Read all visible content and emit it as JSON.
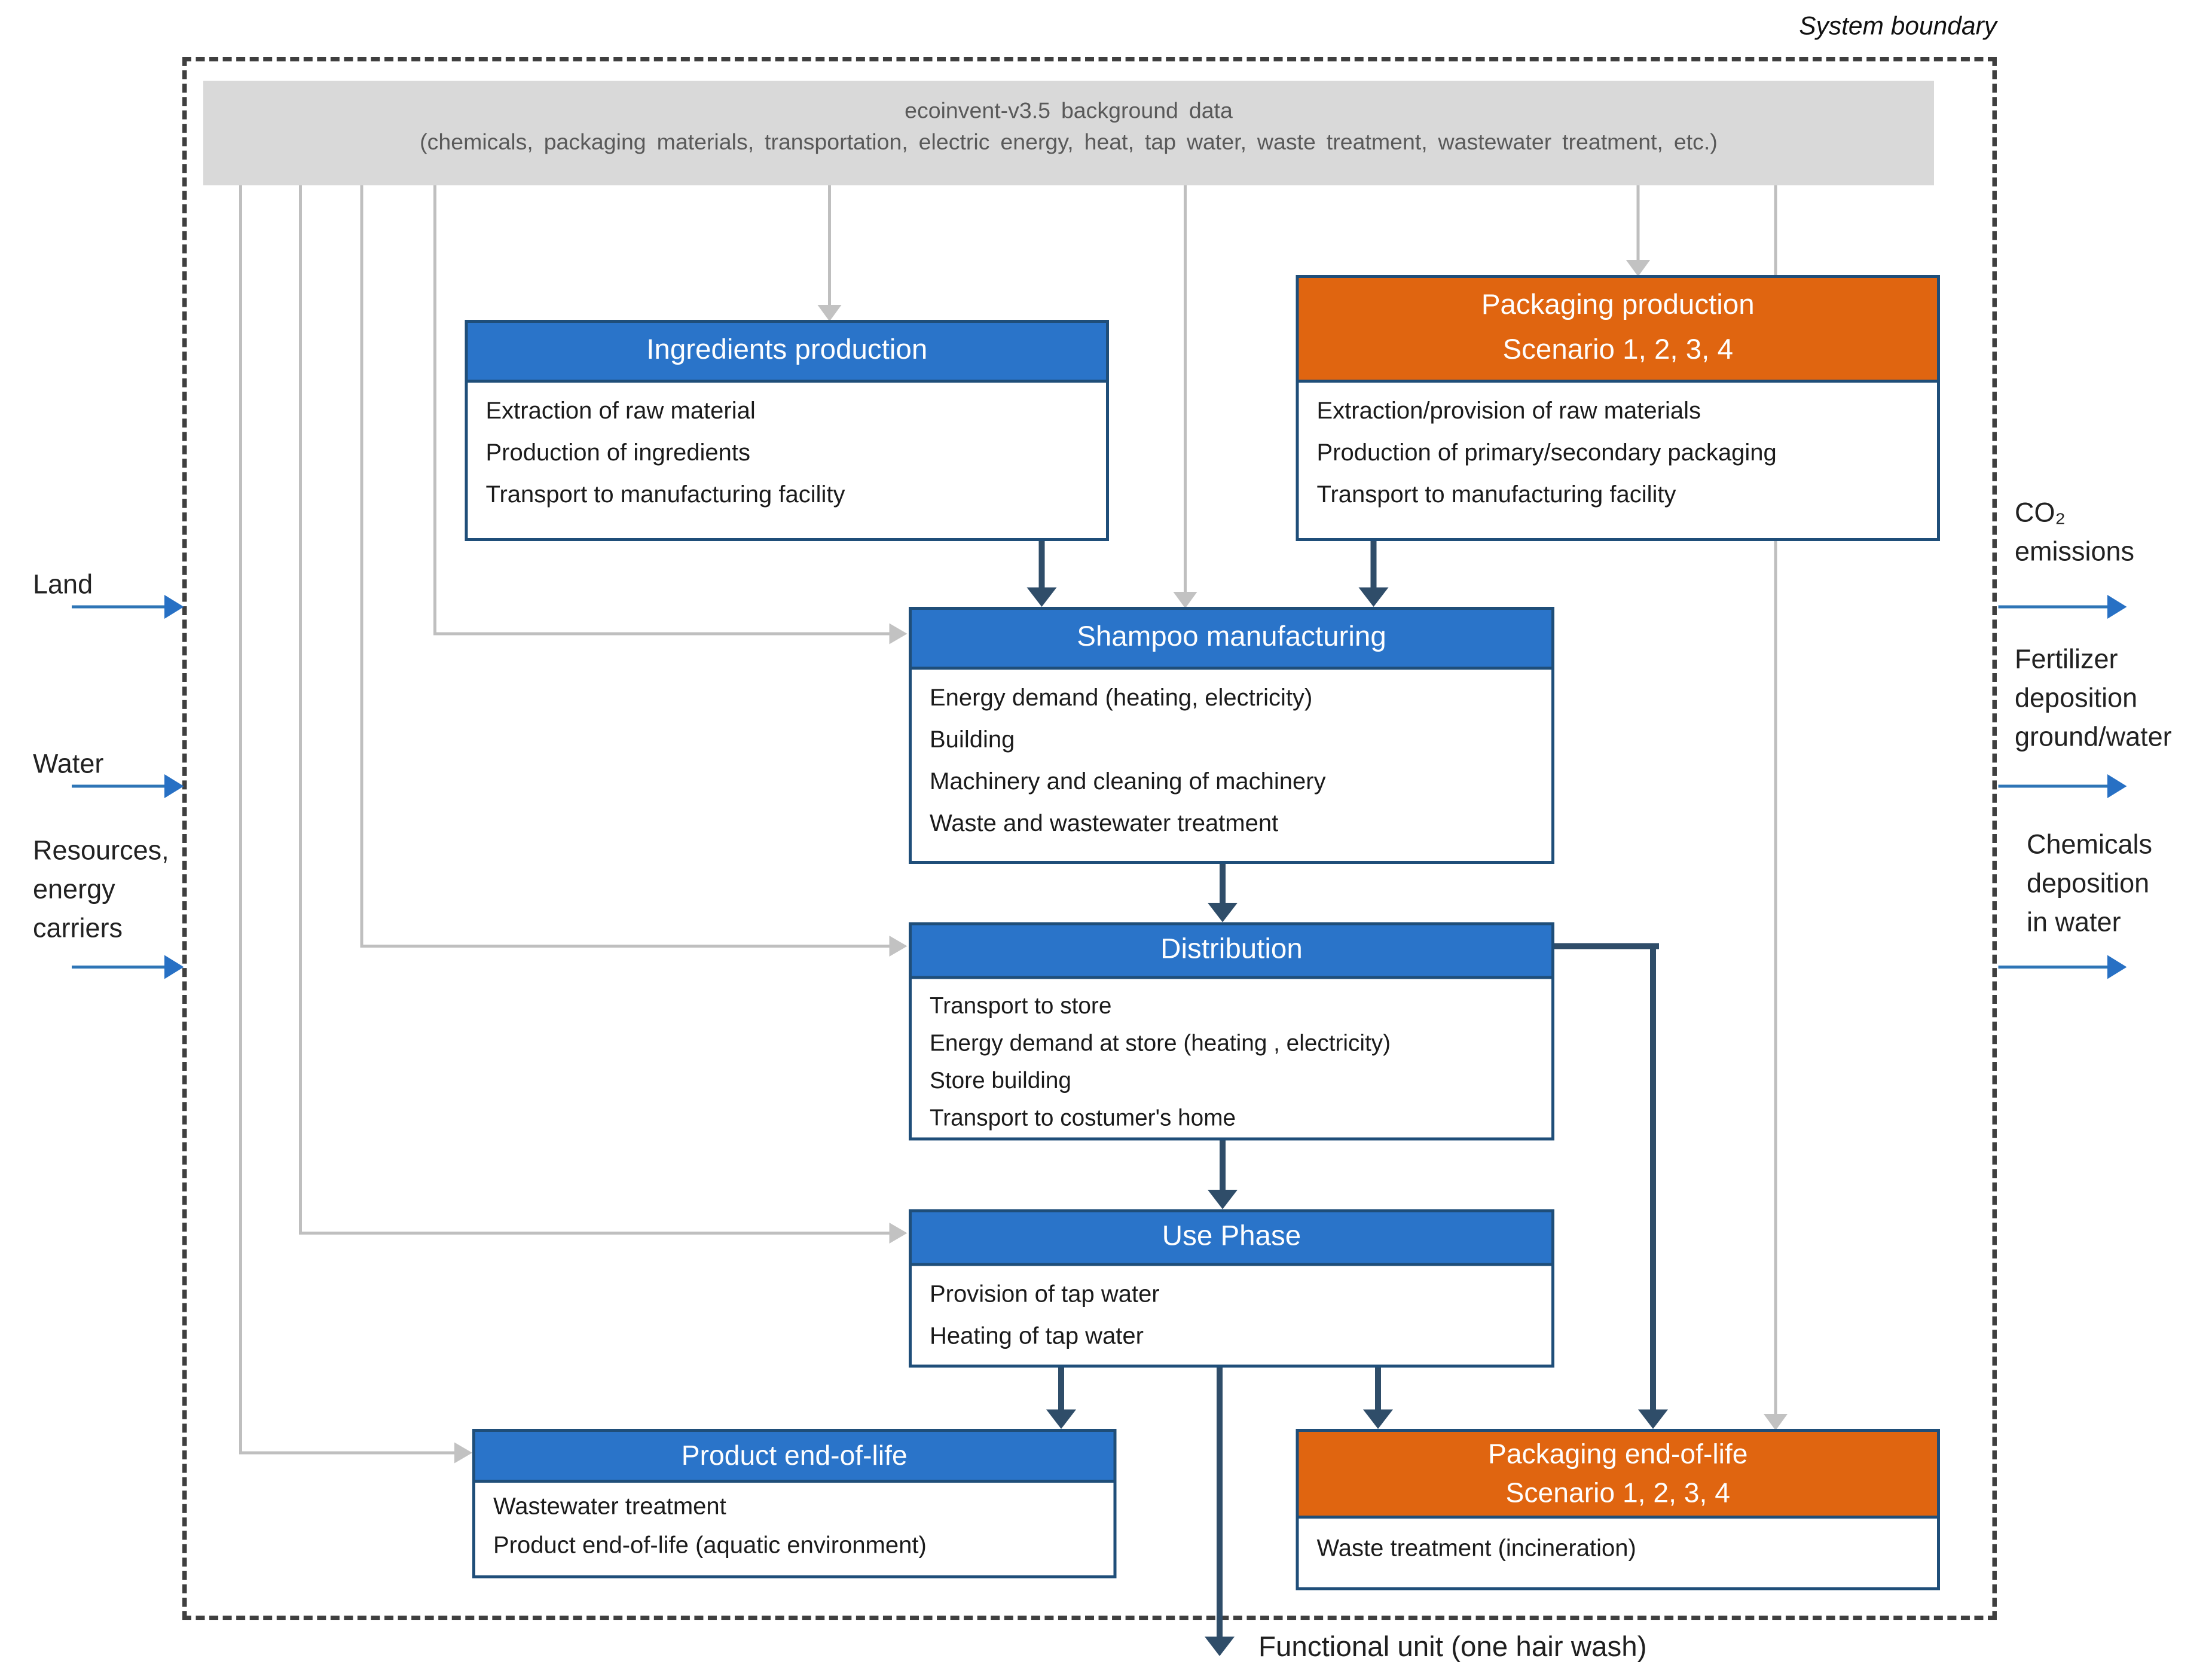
{
  "system_boundary_label": "System boundary",
  "banner": {
    "line1": "ecoinvent-v3.5 background data",
    "line2": "(chemicals, packaging materials, transportation, electric energy, heat, tap water, waste treatment, wastewater treatment, etc.)"
  },
  "boxes": {
    "ingredients": {
      "title": "Ingredients production",
      "items": [
        "Extraction of raw material",
        "Production of ingredients",
        "Transport to manufacturing facility"
      ]
    },
    "packaging_production": {
      "title_line1": "Packaging production",
      "title_line2": "Scenario 1, 2, 3, 4",
      "items": [
        "Extraction/provision of raw materials",
        "Production of primary/secondary packaging",
        "Transport to manufacturing facility"
      ]
    },
    "shampoo": {
      "title": "Shampoo manufacturing",
      "items": [
        "Energy demand (heating, electricity)",
        "Building",
        "Machinery and cleaning of machinery",
        "Waste and wastewater treatment"
      ]
    },
    "distribution": {
      "title": "Distribution",
      "items": [
        "Transport to store",
        "Energy demand at store (heating , electricity)",
        "Store building",
        "Transport to costumer's home"
      ]
    },
    "use_phase": {
      "title": "Use Phase",
      "items": [
        "Provision of tap water",
        "Heating of tap water"
      ]
    },
    "product_eol": {
      "title": "Product end-of-life",
      "items": [
        "Wastewater treatment",
        "Product end-of-life (aquatic environment)"
      ]
    },
    "packaging_eol": {
      "title_line1": "Packaging end-of-life",
      "title_line2": "Scenario 1, 2, 3, 4",
      "items": [
        "Waste treatment (incineration)"
      ]
    }
  },
  "inputs": {
    "land": {
      "lines": [
        "Land"
      ]
    },
    "water": {
      "lines": [
        "Water"
      ]
    },
    "resources": {
      "lines": [
        "Resources,",
        "energy",
        "carriers"
      ]
    }
  },
  "outputs": {
    "co2": {
      "lines": [
        "CO₂",
        "emissions"
      ]
    },
    "fertilizer": {
      "lines": [
        "Fertilizer",
        "deposition",
        "ground/water"
      ]
    },
    "chemicals": {
      "lines": [
        "Chemicals",
        "deposition",
        "in water"
      ]
    }
  },
  "functional_unit_label": "Functional unit (one hair wash)",
  "colors": {
    "blue_header": "#2a74c9",
    "orange_header": "#e06510",
    "box_border": "#1f4e79",
    "dark_arrow": "#2f4d69",
    "gray_arrow": "#bfbfbf",
    "blue_arrow": "#2e75b6",
    "banner_bg": "#d9d9d9",
    "banner_text": "#595959"
  }
}
